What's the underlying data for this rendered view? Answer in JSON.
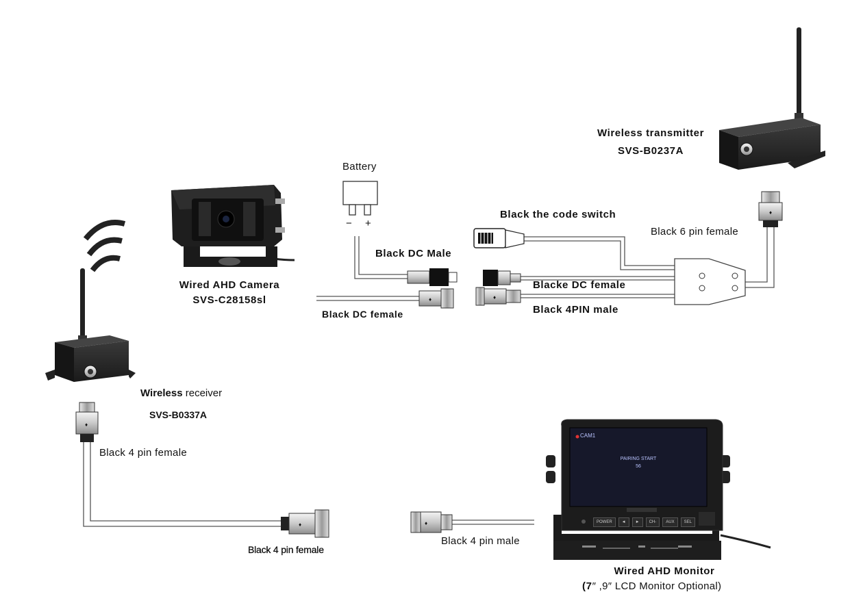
{
  "labels": {
    "transmitter_name": "Wireless transmitter",
    "transmitter_model": "SVS-B0237A",
    "battery": "Battery",
    "battery_minus": "−",
    "battery_plus": "+",
    "code_switch": "Black the code switch",
    "six_pin_female": "Black 6 pin female",
    "dc_male": "Black DC Male",
    "dc_female_right": "Blacke DC female",
    "four_pin_male_right": "Black 4PIN male",
    "camera_name": "Wired AHD Camera",
    "camera_model": "SVS-C28158sl",
    "dc_female_left": "Black DC female",
    "receiver_name_bold": "Wireless",
    "receiver_name_rest": " receiver",
    "receiver_model": "SVS-B0337A",
    "four_pin_female_upper": "Black 4 pin female",
    "four_pin_female_lower": "Black 4 pin female",
    "four_pin_male_lower": "Black 4 pin male",
    "monitor_name": "Wired AHD Monitor",
    "monitor_option_num": "7",
    "monitor_option_rest": "″ ,9″   LCD Monitor Optional)",
    "monitor_option_paren": "("
  },
  "monitor_screen": {
    "channel": "CAM1",
    "status": "PAIRING START",
    "countdown": "56"
  },
  "monitor_buttons": [
    "POWER",
    "◄",
    "►",
    "CH-",
    "AUX",
    "SEL"
  ],
  "colors": {
    "device_dark": "#1c1c1c",
    "device_mid": "#2b2b2b",
    "cable": "#555555",
    "screen": "#16182a",
    "screen_text": "#b9c3ff",
    "led_red": "#e23333"
  }
}
